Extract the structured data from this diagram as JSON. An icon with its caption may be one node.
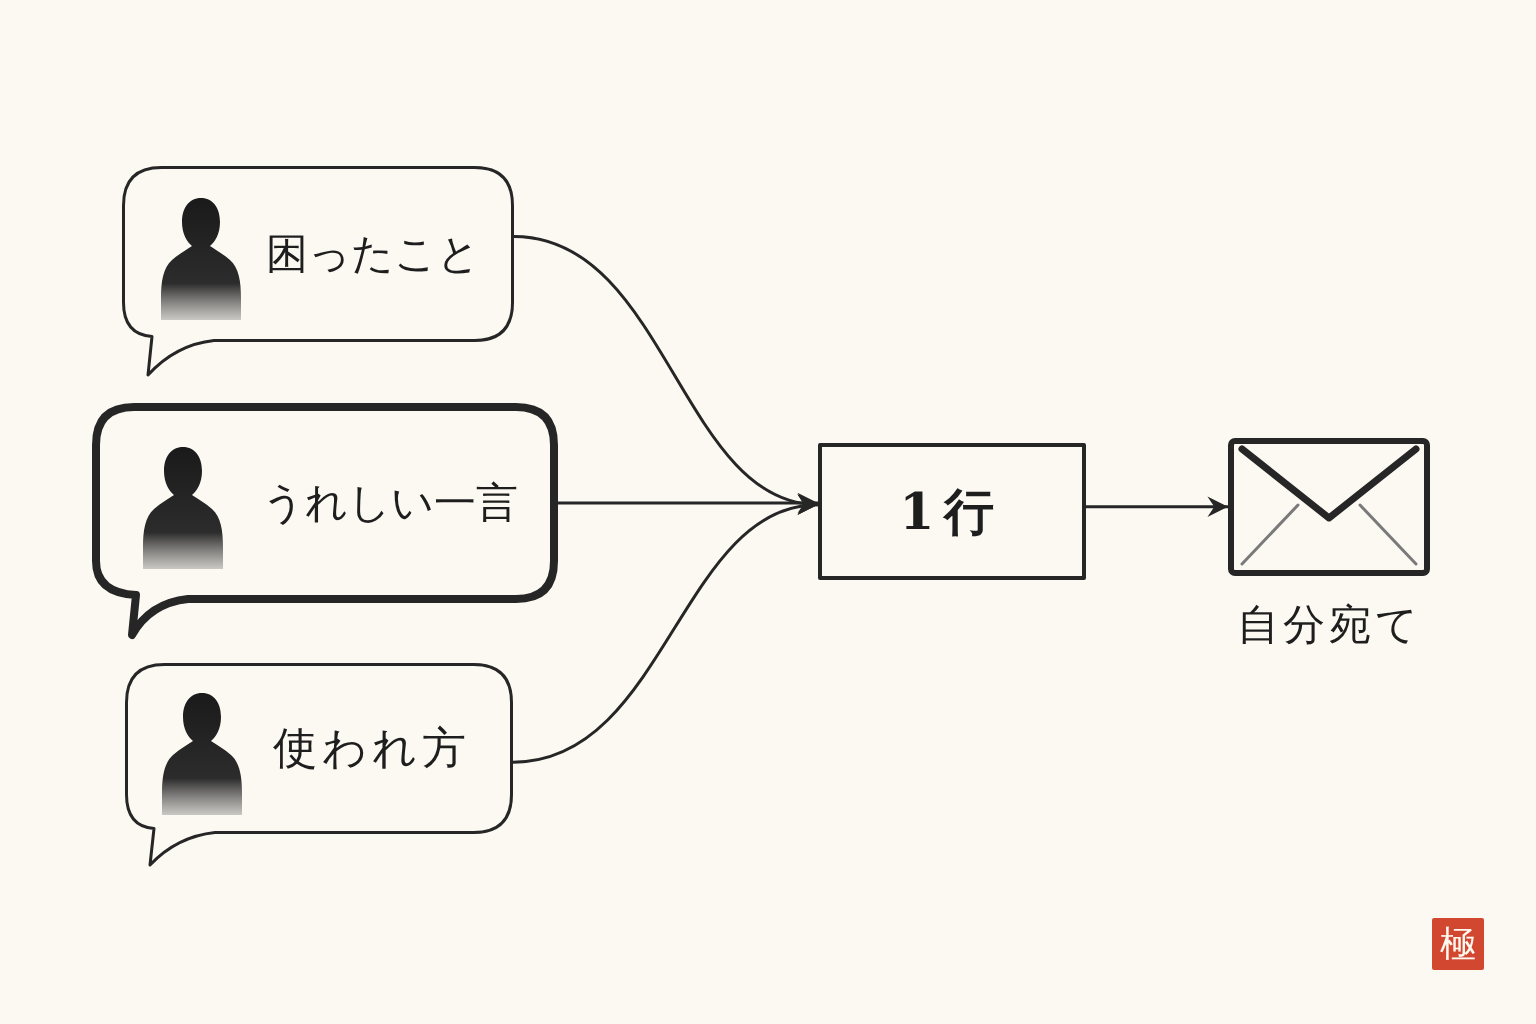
{
  "diagram": {
    "nodes": [
      {
        "text": [
          "困ったこと"
        ]
      },
      {
        "text": [
          "うれしい一言"
        ]
      },
      {
        "text": [
          "使われ方"
        ]
      },
      {
        "text": [
          "1行"
        ]
      },
      {
        "text": [],
        "shape": "picture",
        "beside": [
          "自分宛て"
        ]
      }
    ],
    "edges": [
      {
        "from": 0,
        "to": 3,
        "arrow": "to"
      },
      {
        "from": 1,
        "to": 3,
        "arrow": "to"
      },
      {
        "from": 2,
        "to": 3,
        "arrow": "to"
      },
      {
        "from": 3,
        "to": 4,
        "arrow": "to"
      }
    ],
    "labels": [
      "極"
    ]
  }
}
